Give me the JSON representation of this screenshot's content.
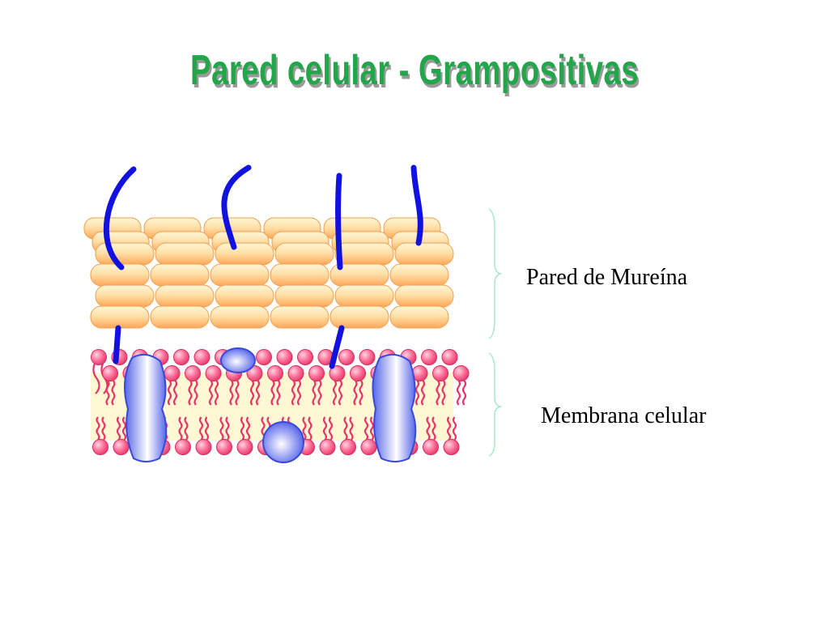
{
  "title": "Pared celular - Grampositivas",
  "labels": {
    "wall": "Pared de Mureína",
    "membrane": "Membrana celular"
  },
  "colors": {
    "title": "#22a64a",
    "peptidoglycan": "#ffc27a",
    "teichoic_acid": "#1212e0",
    "phospholipid_head": "#ff6f9a",
    "membrane_core": "#fff8d2",
    "protein": "#6f7bf0",
    "bracket": "#a8e8c8"
  }
}
